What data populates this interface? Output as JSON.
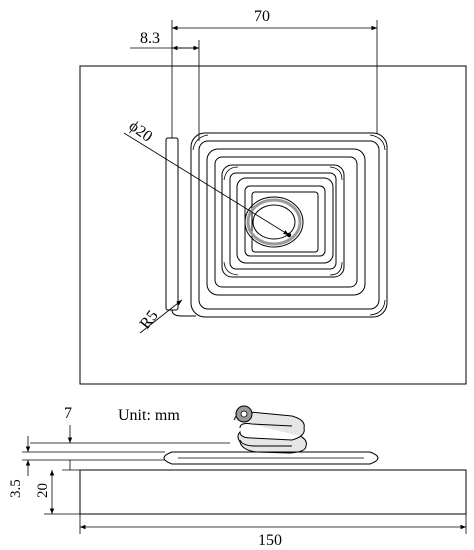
{
  "drawing": {
    "unit_note": "Unit: mm",
    "dimensions": {
      "top_width": "70",
      "offset": "8.3",
      "diameter": "ϕ20",
      "radius": "R5",
      "side_gap": "7",
      "side_small": "3.5",
      "side_height": "20",
      "bottom_width": "150"
    },
    "colors": {
      "line": "#000000",
      "coil_fill": "#e6e6e6",
      "wire_gray": "#9a9a9a"
    }
  }
}
